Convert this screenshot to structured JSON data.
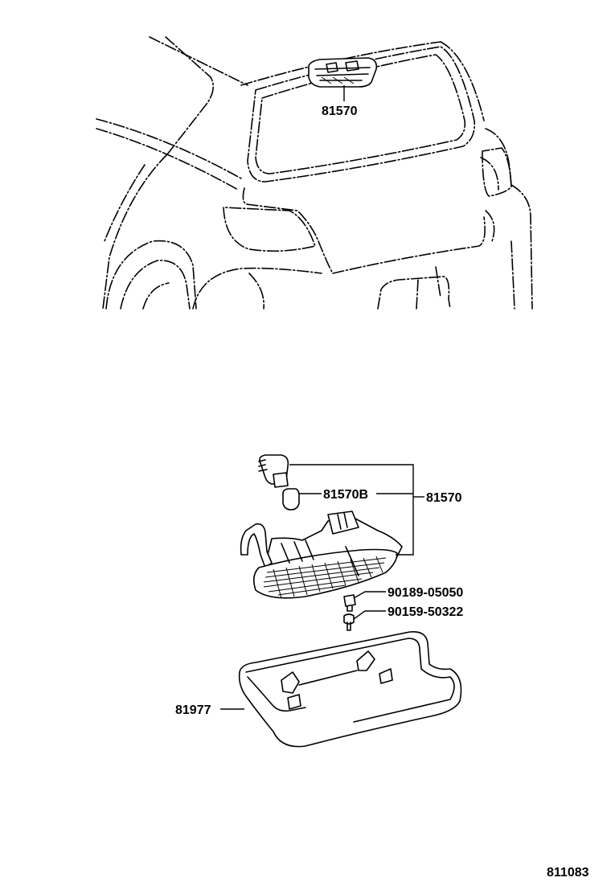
{
  "labels": {
    "top_part": "81570",
    "lamp_assy": "81570",
    "bulb": "81570B",
    "screw": "90189-05050",
    "nut": "90159-50322",
    "cover": "81977",
    "figure_id": "811083"
  }
}
